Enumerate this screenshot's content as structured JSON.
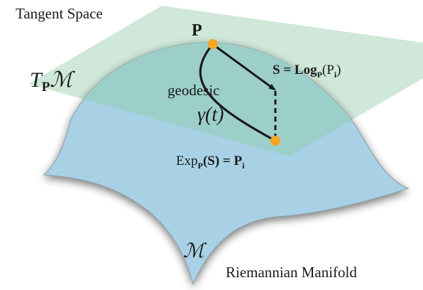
{
  "labels": {
    "tangent_space": "Tangent Space",
    "tangent_space_symbol": "T",
    "tangent_space_symbol_sub": "P",
    "tangent_space_symbol_M": "ℳ",
    "point_p": "P",
    "geodesic": "geodesic",
    "gamma_t": "γ(t)",
    "log_lhs": "S = Log",
    "log_sub": "P",
    "log_rhs": "(P",
    "log_i": "i",
    "log_close": ")",
    "exp_lhs": "Exp",
    "exp_sub": "P",
    "exp_mid": "(S) = P",
    "exp_i": "i",
    "manifold_symbol": "ℳ",
    "manifold_name": "Riemannian Manifold"
  },
  "colors": {
    "tangent_plane": "#cfe8d9",
    "manifold": "#a9d1e6",
    "overlap": "#9ccfc8",
    "point": "#f5a623",
    "curve": "#1a1a1a"
  }
}
